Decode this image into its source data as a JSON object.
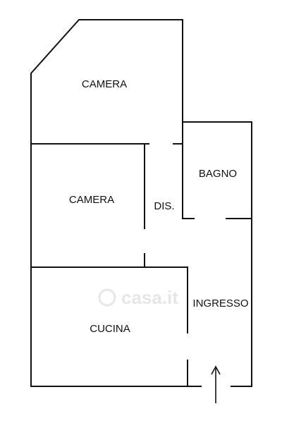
{
  "rooms": {
    "camera_top": "CAMERA",
    "camera_mid": "CAMERA",
    "bagno": "BAGNO",
    "disimpegno": "DIS.",
    "ingresso": "INGRESSO",
    "cucina": "CUCINA"
  },
  "watermark": {
    "text": "casa.it"
  },
  "entrance": {
    "icon": "up-arrow-icon"
  },
  "colors": {
    "walls": "#111111",
    "background": "#ffffff",
    "watermark": "#e6e6e6"
  }
}
